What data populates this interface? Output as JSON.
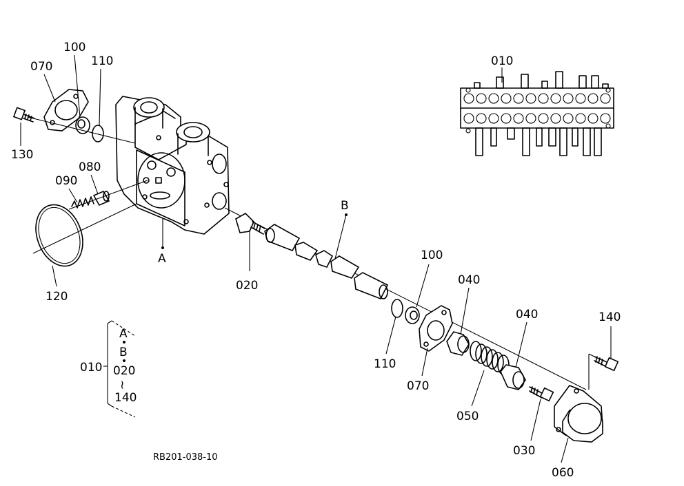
{
  "labels": {
    "l100a": "100",
    "l070a": "070",
    "l110a": "110",
    "l130": "130",
    "l080": "080",
    "l090": "090",
    "l120": "120",
    "lA": "A",
    "lB": "B",
    "l020": "020",
    "l010top": "010",
    "l100b": "100",
    "l040a": "040",
    "l040b": "040",
    "l140": "140",
    "l110b": "110",
    "l070b": "070",
    "l050": "050",
    "l030": "030",
    "l060": "060"
  },
  "legend": {
    "group": "010",
    "item1": "A",
    "item2": "B",
    "item3": "020",
    "tilde": "~",
    "item4": "140"
  },
  "reference": "RB201-038-10"
}
